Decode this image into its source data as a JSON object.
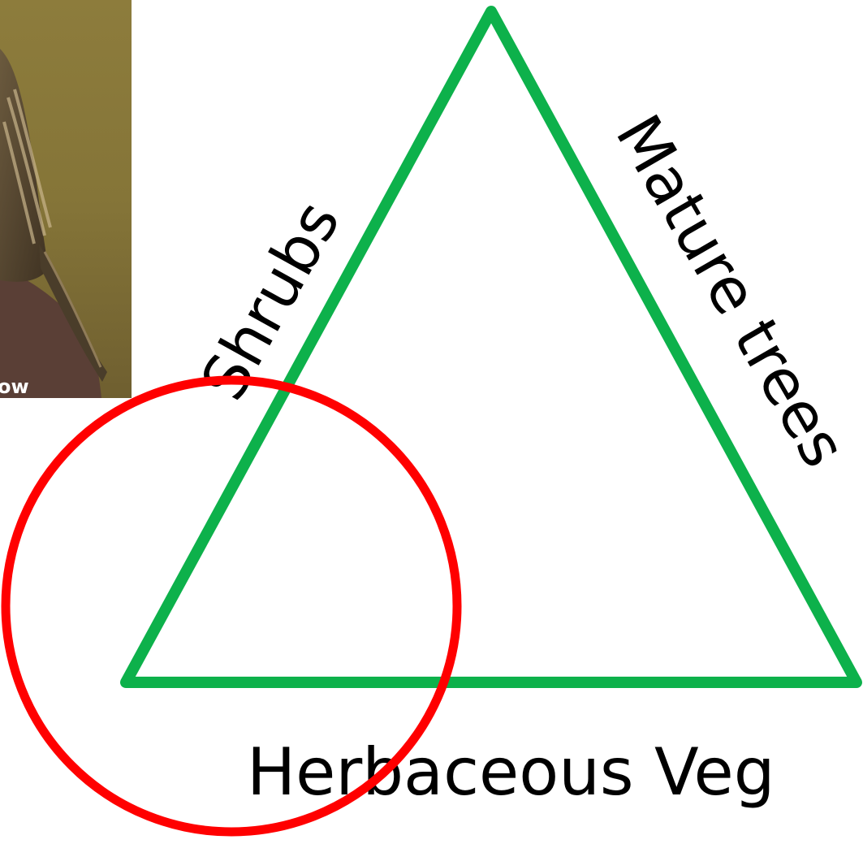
{
  "photo": {
    "caption": "ow",
    "subject": "sparrow",
    "background_color": "#8a7a40",
    "caption_color": "#ffffff"
  },
  "triangle": {
    "stroke_color": "#0db14b",
    "fill_color": "#ffffff"
  },
  "circle": {
    "stroke_color": "#ff0000"
  },
  "labels": {
    "left_side": "Shrubs",
    "right_side": "Mature trees",
    "bottom": "Herbaceous Veg"
  }
}
